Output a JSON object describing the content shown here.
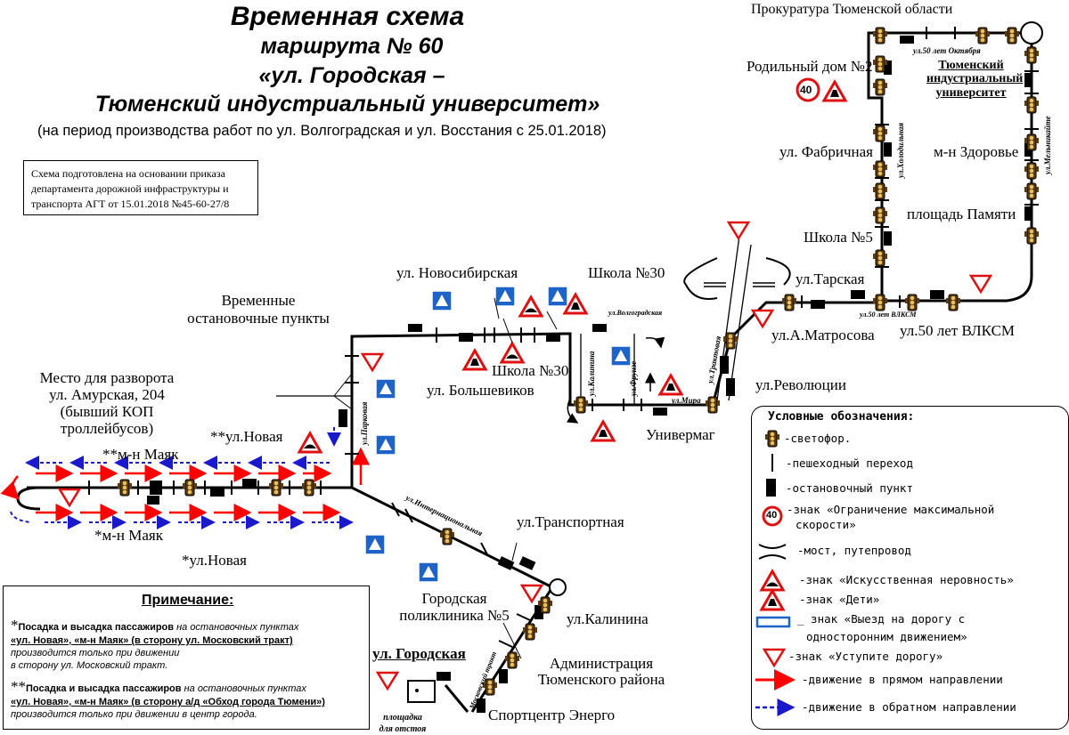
{
  "header": {
    "title_line1": "Временная схема",
    "title_line2": "маршрута № 60",
    "title_line3": "«ул. Городская –",
    "title_line4": "Тюменский индустриальный университет»",
    "period": "(на период производства работ по ул. Волгоградская и ул. Восстания с 25.01.2018)"
  },
  "order_box": {
    "line1": "Схема подготовлена на основании приказа",
    "line2": "департамента дорожной инфраструктуры и",
    "line3": "транспорта АГТ от 15.01.2018 №45-60-27/8"
  },
  "stops": {
    "prokuratura": "Прокуратура Тюменской области",
    "university": "Тюменский индустриальный университет",
    "university_l1": "Тюменский",
    "university_l2": "индустриальный",
    "university_l3": "университет",
    "roddom": "Родильный дом №2",
    "fabrichnaya": "ул. Фабричная",
    "zdorovye": "м-н Здоровье",
    "pamyati": "площадь Памяти",
    "shkola5": "Школа №5",
    "tarskaya": "ул.Тарская",
    "matrosova": "ул.А.Матросова",
    "vlksm": "ул.50 лет ВЛКСМ",
    "revolyutsii": "ул.Революции",
    "univermag": "Универмаг",
    "novosibirskaya": "ул. Новосибирская",
    "shkola30_top": "Школа №30",
    "shkola30_bottom": "Школа №30",
    "bolshevikov": "ул. Большевиков",
    "temp_stops_l1": "Временные",
    "temp_stops_l2": "остановочные пункты",
    "razvorot_l1": "Место для разворота",
    "razvorot_l2": "ул. Амурская, 204",
    "razvorot_l3": "(бывший КОП",
    "razvorot_l4": "троллейбусов)",
    "mayak_top": "**м-н Маяк",
    "novaya_top": "**ул.Новая",
    "mayak_bottom": "*м-н Маяк",
    "novaya_bottom": "*ул.Новая",
    "transportnaya": "ул.Транспортная",
    "poliklinika_l1": "Городская",
    "poliklinika_l2": "поликлиника №5",
    "kalinina": "ул.Калинина",
    "admin_l1": "Администрация",
    "admin_l2": "Тюменского района",
    "energo": "Спортцентр Энерго",
    "gorodskaya": "ул. Городская",
    "otstoy_l1": "площадка",
    "otstoy_l2": "для отстоя"
  },
  "streets": {
    "oktyabrya": "ул.50 лет Октября",
    "kholodilnaya": "ул.Холодильная",
    "melnikayte": "ул.Мельникайте",
    "vlksm_small": "ул.50 лет ВЛКСМ",
    "traktovaya": "ул.Трактовая",
    "volgogradskaya": "ул.Волгоградская",
    "frunze": "ул.Фрунзе",
    "mira": "ул.Мира",
    "kalinina_small": "ул.Калинина",
    "parkovaya": "ул.Парковая",
    "internatsionalnaya": "ул.Интернациональная",
    "moskovsky": "Московский тракт"
  },
  "legend": {
    "title": "Условные обозначения:",
    "traffic_light": "-светофор.",
    "crossing": "-пешеходный переход",
    "stop": "-остановочный пункт",
    "speed_value": "40",
    "speed_l1": "-знак «Ограничение максимальной",
    "speed_l2": "скорости»",
    "bridge": "-мост, путепровод",
    "bump": "-знак «Искусственная неровность»",
    "children": "-знак «Дети»",
    "oneway_l1": "_ знак «Выезд на дорогу с",
    "oneway_l2": "односторонним движением»",
    "yield": "-знак «Уступите дорогу»",
    "forward": "-движение в прямом направлении",
    "reverse": "-движение в обратном направлении"
  },
  "note": {
    "title": "Примечание:",
    "n1_star": "*",
    "n1_bold": "Посадка и высадка пассажиров",
    "n1_italic": " на остановочных пунктах",
    "n1_stops": "«ул. Новая», «м-н Маяк» (в сторону ул. Московский тракт)",
    "n1_l3": "производится только при движении",
    "n1_l4": "в сторону ул. Московский тракт.",
    "n2_star": "**",
    "n2_bold": "Посадка и высадка пассажиров",
    "n2_italic": " на остановочных пунктах",
    "n2_stops": "«ул. Новая», «м-н Маяк» (в сторону а/д «Обход города Тюмени»)",
    "n2_l3": "производится только при движении в центр города."
  },
  "speed_sign_value": "40",
  "colors": {
    "forward": "#ff0000",
    "reverse": "#1a1acc",
    "sign_blue": "#1e64c8",
    "sign_red": "#e01010"
  },
  "icons": [
    "traffic-light-icon",
    "bus-stop-icon",
    "crossing-icon",
    "speed-limit-icon",
    "bump-sign-icon",
    "children-sign-icon",
    "oneway-sign-icon",
    "yield-sign-icon",
    "bridge-icon",
    "roundabout-icon"
  ]
}
